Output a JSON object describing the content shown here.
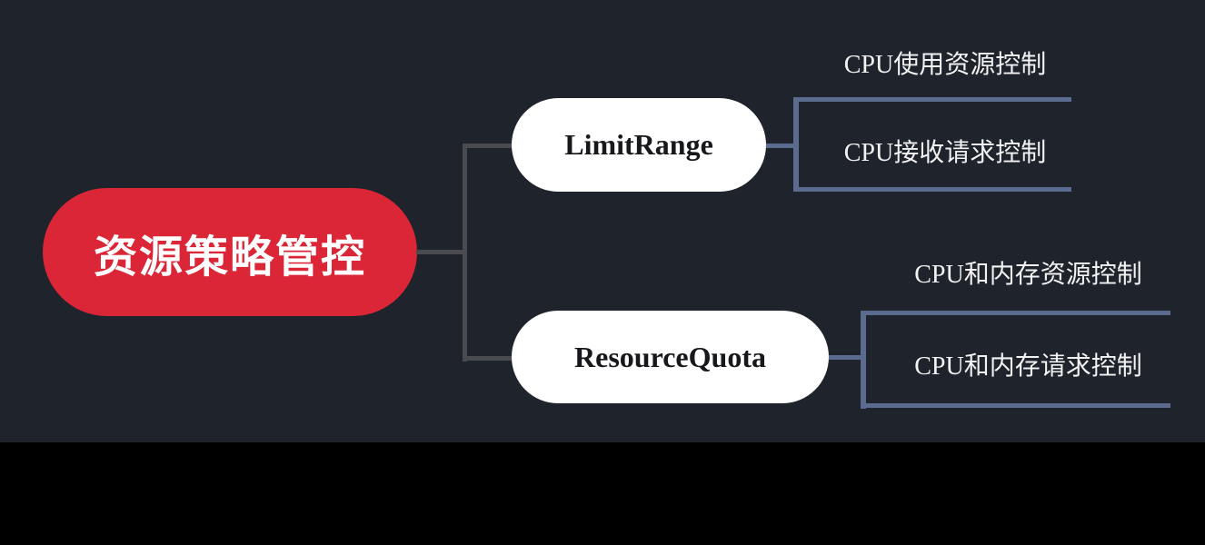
{
  "diagram": {
    "root": {
      "label": "资源策略管控"
    },
    "branches": [
      {
        "label": "LimitRange",
        "children": [
          {
            "label": "CPU使用资源控制"
          },
          {
            "label": "CPU接收请求控制"
          }
        ]
      },
      {
        "label": "ResourceQuota",
        "children": [
          {
            "label": "CPU和内存资源控制"
          },
          {
            "label": "CPU和内存请求控制"
          }
        ]
      }
    ]
  },
  "colors": {
    "bg": "#1f232c",
    "letterbox": "#000000",
    "red": "#da2636",
    "node-white": "#ffffff",
    "node-text-dark": "#17181c",
    "leaf-text": "#f2f2f2",
    "line-dark": "#4a4b4f",
    "line-blue": "#5b6b90"
  }
}
